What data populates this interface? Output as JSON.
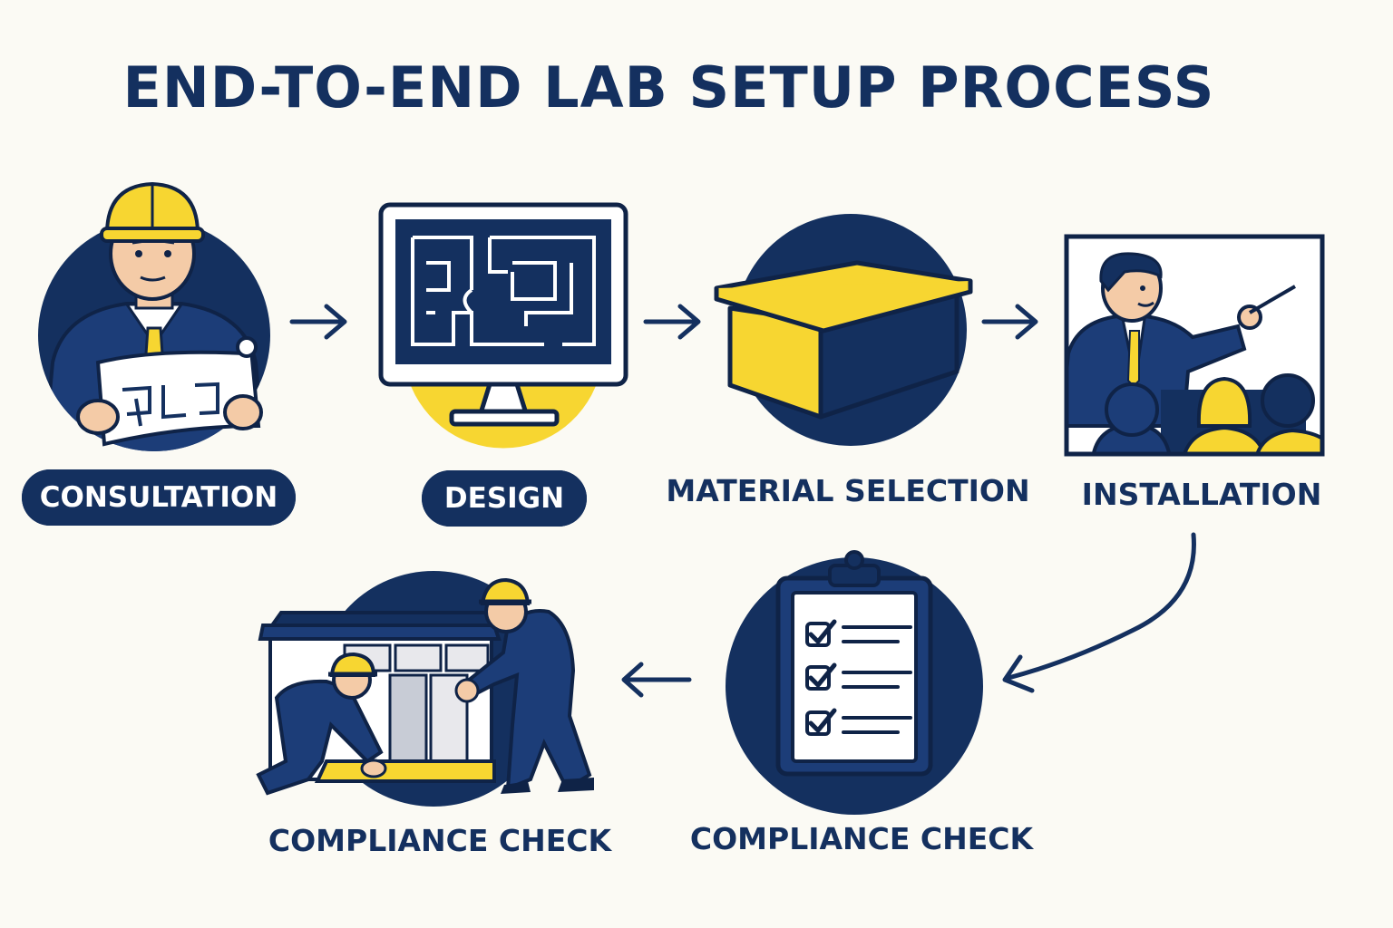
{
  "title": "END-TO-END LAB SETUP PROCESS",
  "colors": {
    "navy": "#14305f",
    "yellow": "#f7d631",
    "background": "#fbfaf4",
    "skin": "#f4cba7"
  },
  "steps": [
    {
      "label": "CONSULTATION",
      "style": "pill",
      "icon": "engineer-with-blueprint-icon"
    },
    {
      "label": "DESIGN",
      "style": "pill",
      "icon": "monitor-floorplan-icon"
    },
    {
      "label": "MATERIAL SELECTION",
      "style": "plain",
      "icon": "box-icon"
    },
    {
      "label": "INSTALLATION",
      "style": "plain",
      "icon": "presenter-with-audience-icon"
    },
    {
      "label": "COMPLIANCE CHECK",
      "style": "plain",
      "icon": "clipboard-checklist-icon"
    },
    {
      "label": "COMPLIANCE CHECK",
      "style": "plain",
      "icon": "workers-installing-cabinet-icon"
    }
  ]
}
